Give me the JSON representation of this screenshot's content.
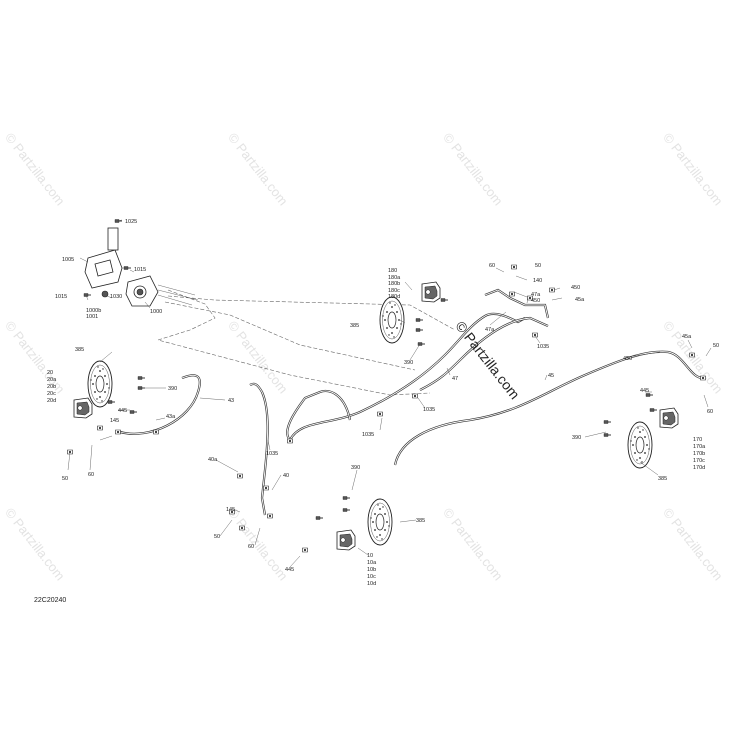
{
  "diagram": {
    "code": "22C20240",
    "watermark": "© Partzilla.com",
    "labels": {
      "l1025": "1025",
      "l1005": "1005",
      "l1015a": "1015",
      "l1015b": "1015",
      "l1030": "1030",
      "l1000b": "1000b",
      "l1001": "1001",
      "l1000": "1000",
      "l385a": "385",
      "l20": "20",
      "l20a": "20a",
      "l20b": "20b",
      "l20c": "20c",
      "l20d": "20d",
      "l390a": "390",
      "l445a": "445",
      "l145a": "145",
      "l43a": "43a",
      "l43": "43",
      "l50a": "50",
      "l60a": "60",
      "l180": "180",
      "l180a": "180a",
      "l180b": "180b",
      "l180c": "180c",
      "l180d": "180d",
      "l385b": "385",
      "l390b": "390",
      "l60b": "60",
      "l50b": "50",
      "l140": "140",
      "l47a1": "47a",
      "l450a": "450",
      "l45a1": "45a",
      "l450b": "450",
      "l47a2": "47a",
      "l1035a": "1035",
      "l47": "47",
      "l45": "45",
      "l1035b": "1035",
      "l1035c": "1035",
      "l1035d": "1035",
      "l45a2": "45a",
      "l50c": "50",
      "l450c": "450",
      "l445b": "445",
      "l60c": "60",
      "l390c": "390",
      "l170": "170",
      "l170a": "170a",
      "l170b": "170b",
      "l170c": "170c",
      "l170d": "170d",
      "l385c": "385",
      "l40a": "40a",
      "l40": "40",
      "l145b": "145",
      "l50d": "50",
      "l60d": "60",
      "l445c": "445",
      "l390d": "390",
      "l385d": "385",
      "l10": "10",
      "l10a": "10a",
      "l10b": "10b",
      "l10c": "10c",
      "l10d": "10d"
    }
  }
}
